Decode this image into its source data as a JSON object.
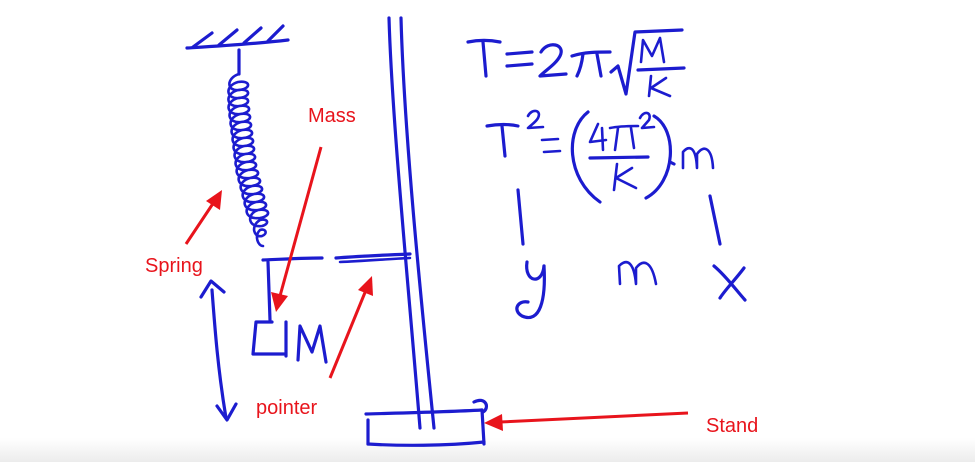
{
  "labels": {
    "mass": "Mass",
    "spring": "Spring",
    "pointer": "pointer",
    "stand": "Stand"
  },
  "colors": {
    "ink": "#1c1ccf",
    "annotation": "#e8141c"
  }
}
